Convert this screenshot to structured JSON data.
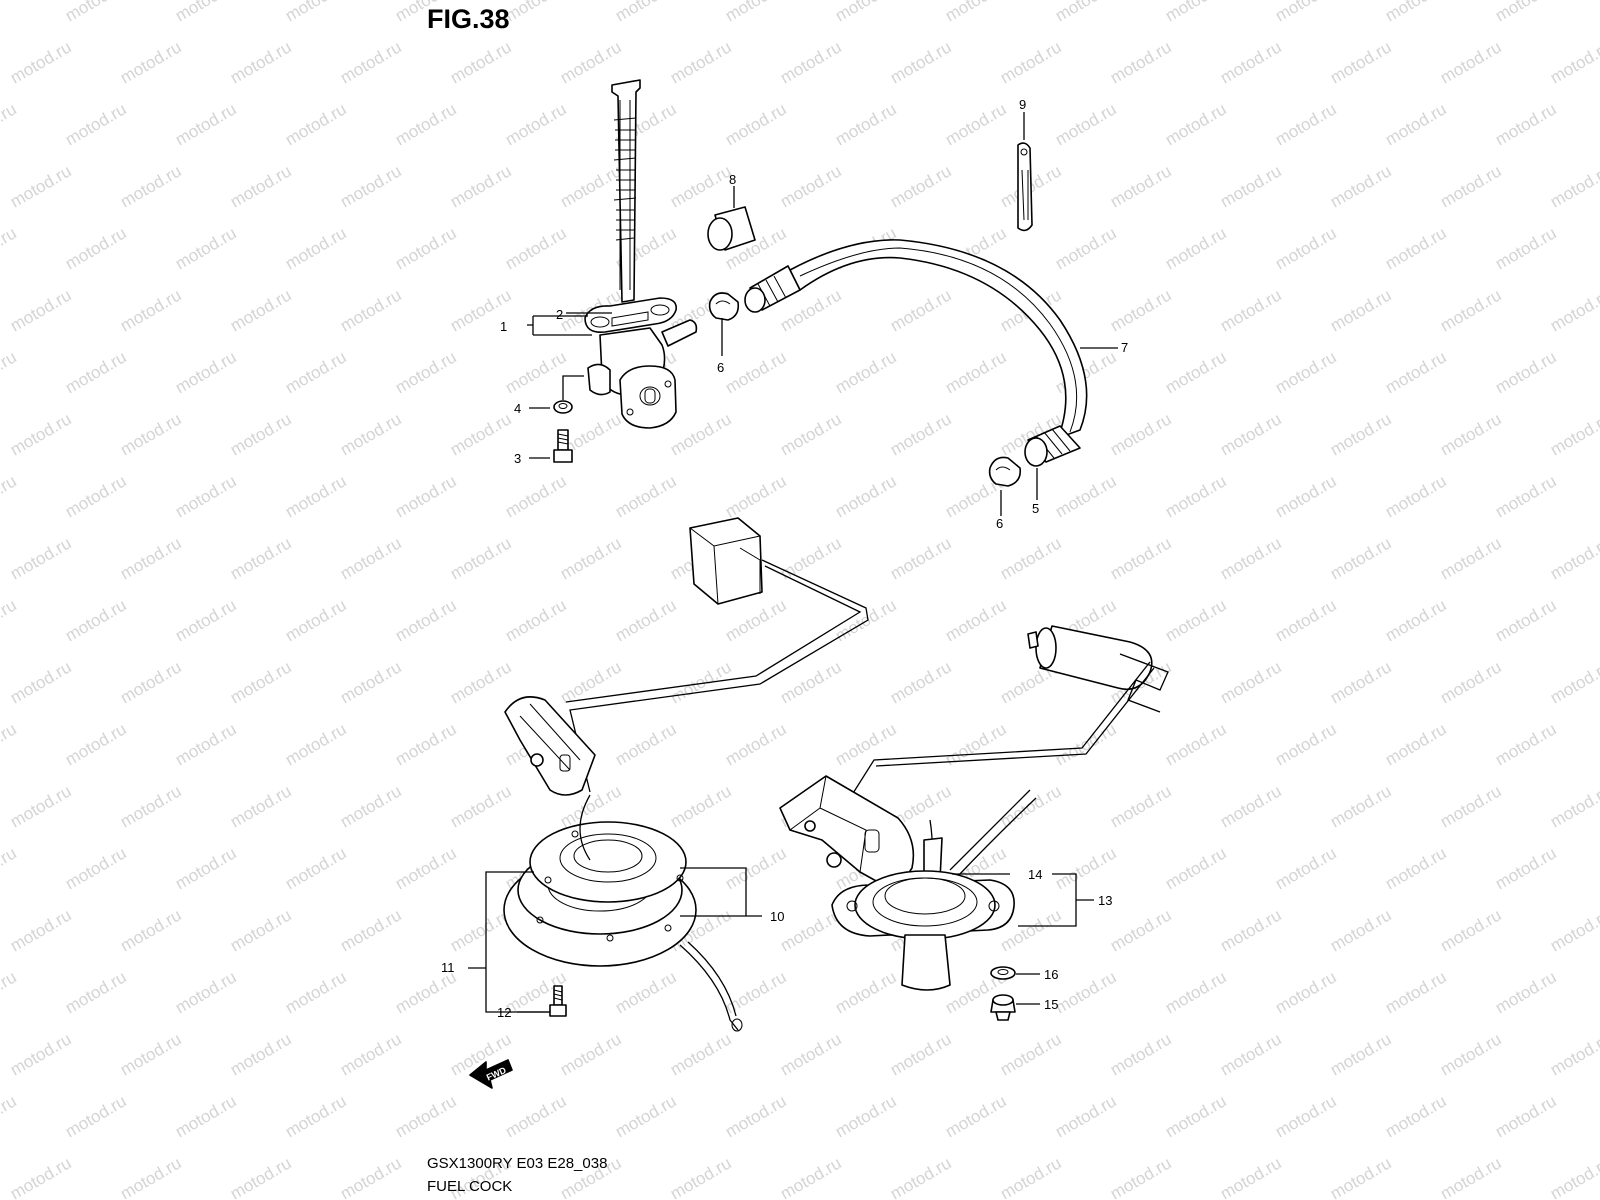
{
  "figure": {
    "title": "FIG.38",
    "model_code": "GSX1300RY E03 E28_038",
    "caption": "FUEL COCK"
  },
  "watermark": "motod.ru",
  "direction_marker": "FWD",
  "callouts": [
    {
      "id": "1",
      "label": "1"
    },
    {
      "id": "2",
      "label": "2"
    },
    {
      "id": "3",
      "label": "3"
    },
    {
      "id": "4",
      "label": "4"
    },
    {
      "id": "5",
      "label": "5"
    },
    {
      "id": "6a",
      "label": "6"
    },
    {
      "id": "6b",
      "label": "6"
    },
    {
      "id": "7",
      "label": "7"
    },
    {
      "id": "8",
      "label": "8"
    },
    {
      "id": "9",
      "label": "9"
    },
    {
      "id": "10",
      "label": "10"
    },
    {
      "id": "11",
      "label": "11"
    },
    {
      "id": "12",
      "label": "12"
    },
    {
      "id": "13",
      "label": "13"
    },
    {
      "id": "14",
      "label": "14"
    },
    {
      "id": "15",
      "label": "15"
    },
    {
      "id": "16",
      "label": "16"
    }
  ]
}
